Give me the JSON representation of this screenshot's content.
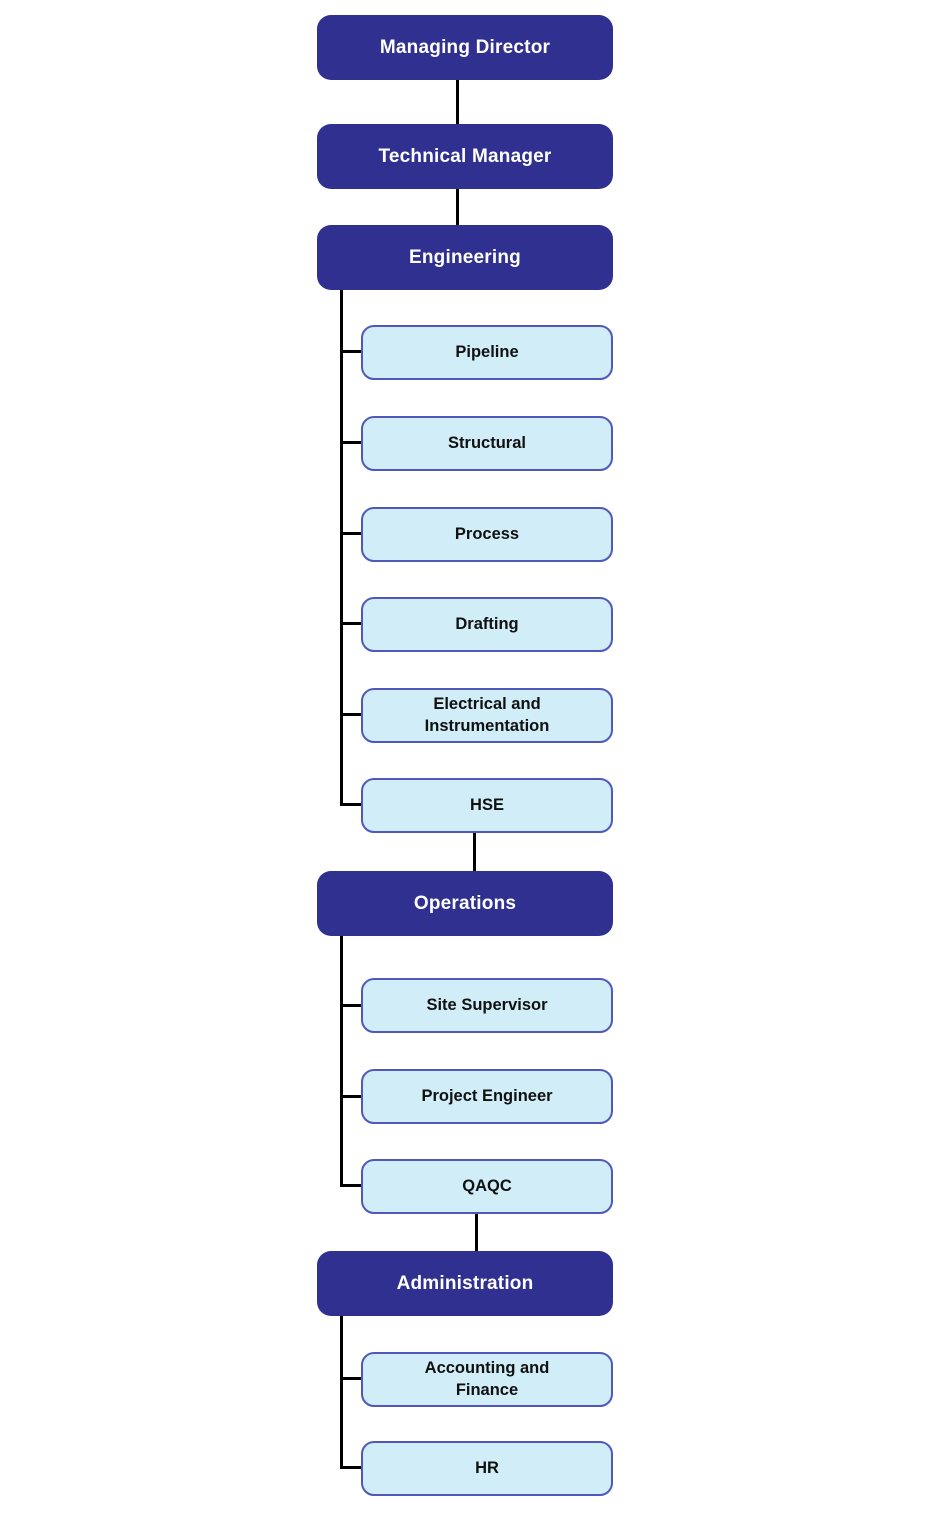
{
  "org_chart": {
    "colors": {
      "primary_box_bg": "#2F3090",
      "primary_box_text": "#FFFFFF",
      "child_box_bg": "#D0EDF8",
      "child_box_border": "#5058BC",
      "child_box_text": "#111111",
      "connector": "#000000",
      "page_bg": "#FFFFFF"
    },
    "chain": [
      {
        "id": "managing-director",
        "label": "Managing Director",
        "children": []
      },
      {
        "id": "technical-manager",
        "label": "Technical Manager",
        "children": []
      },
      {
        "id": "engineering",
        "label": "Engineering",
        "children": [
          {
            "label": "Pipeline"
          },
          {
            "label": "Structural"
          },
          {
            "label": "Process"
          },
          {
            "label": "Drafting"
          },
          {
            "label": "Electrical and Instrumentation"
          },
          {
            "label": "HSE"
          }
        ]
      },
      {
        "id": "operations",
        "label": "Operations",
        "children": [
          {
            "label": "Site Supervisor"
          },
          {
            "label": "Project Engineer"
          },
          {
            "label": "QAQC"
          }
        ]
      },
      {
        "id": "administration",
        "label": "Administration",
        "children": [
          {
            "label": "Accounting and Finance"
          },
          {
            "label": "HR"
          }
        ]
      }
    ]
  }
}
